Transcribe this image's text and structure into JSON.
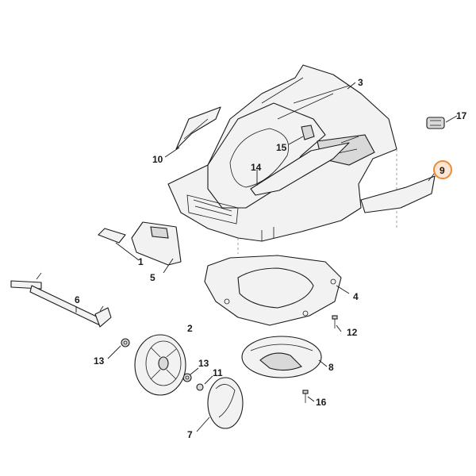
{
  "highlight_color": "#e88b3a",
  "highlighted_part": "9",
  "callouts": {
    "p1": "1",
    "p2": "2",
    "p3": "3",
    "p4": "4",
    "p5": "5",
    "p6": "6",
    "p7": "7",
    "p8": "8",
    "p9": "9",
    "p10": "10",
    "p11": "11",
    "p12": "12",
    "p13a": "13",
    "p13b": "13",
    "p14": "14",
    "p15": "15",
    "p16": "16",
    "p17": "17"
  }
}
